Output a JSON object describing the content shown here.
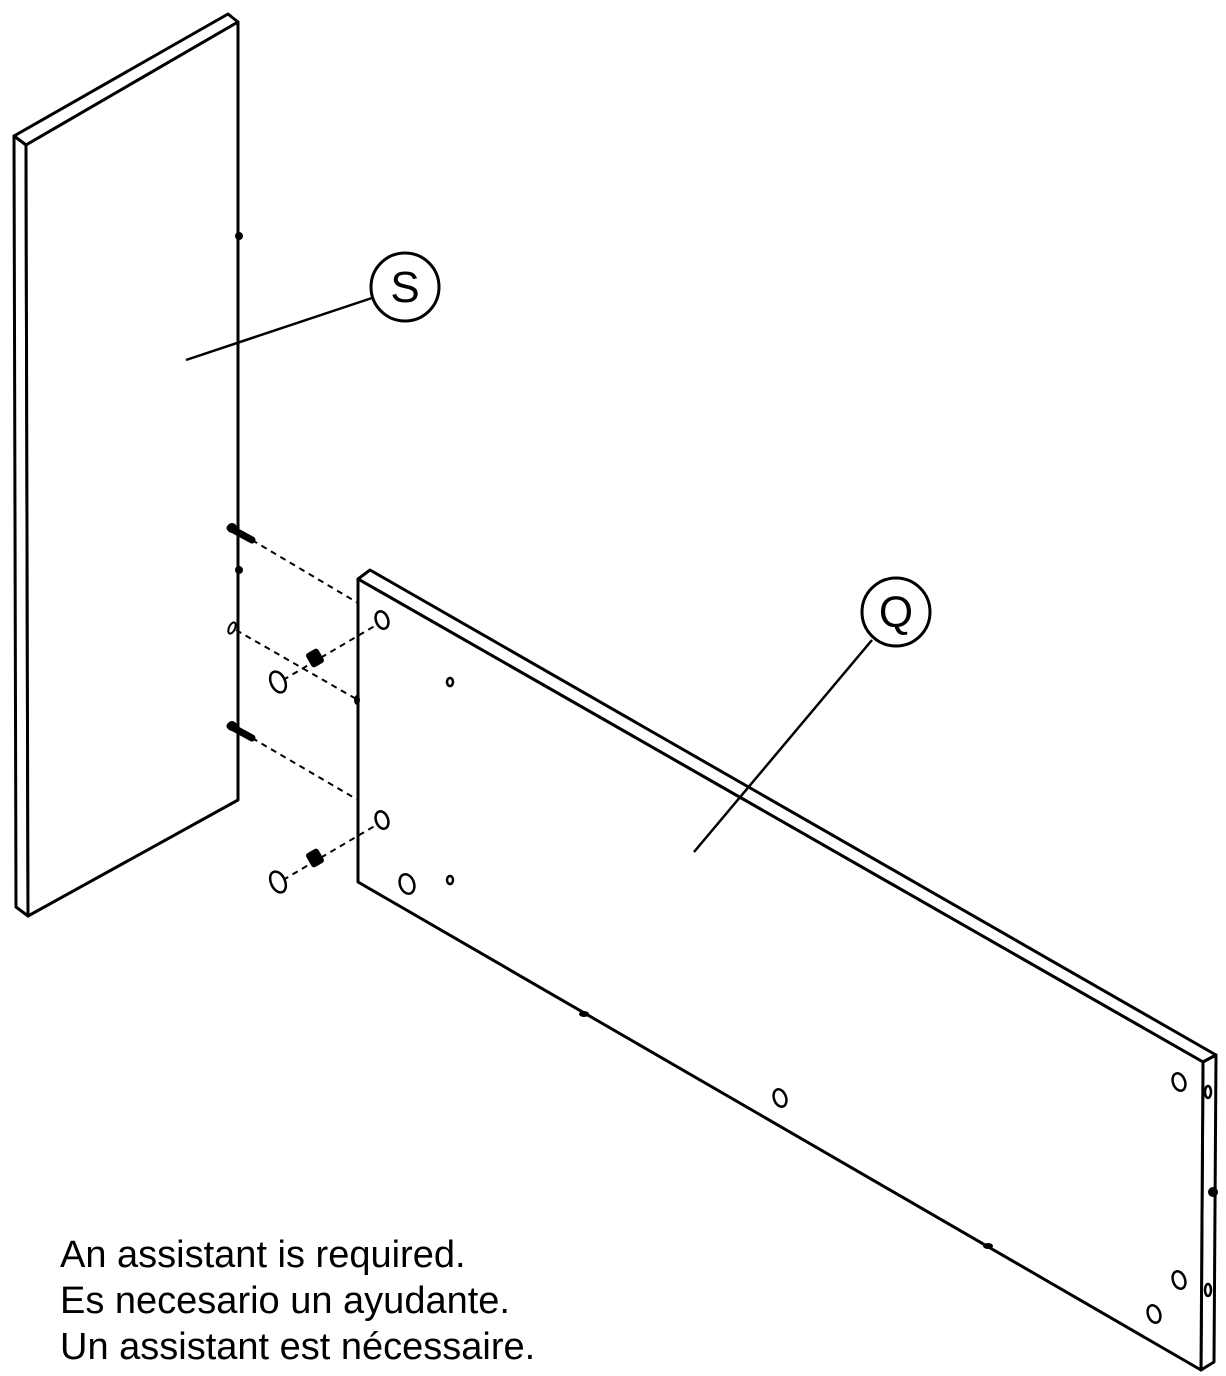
{
  "parts": {
    "side_panel": {
      "callout_label": "S"
    },
    "bottom_panel": {
      "callout_label": "Q"
    }
  },
  "notes": [
    "An assistant is required.",
    "Es necesario un ayudante.",
    "Un assistant est nécessaire."
  ],
  "colors": {
    "line": "#000000",
    "panel_fill": "#ffffff"
  }
}
